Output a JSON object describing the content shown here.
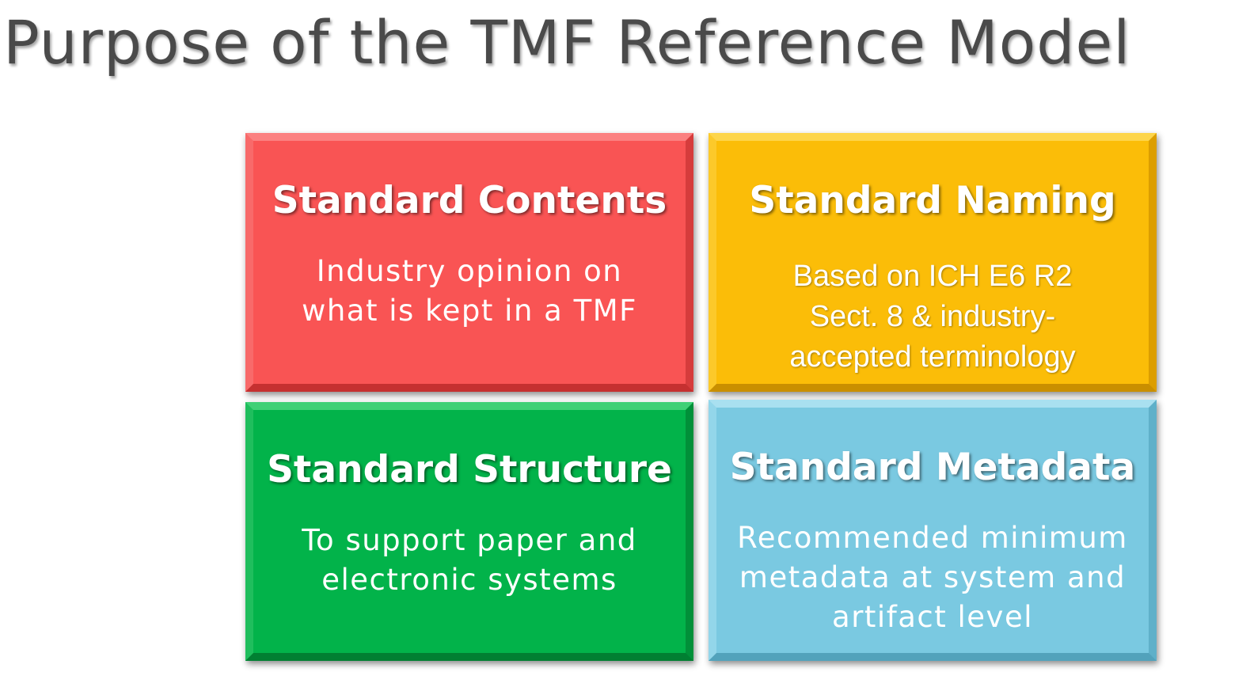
{
  "title": "Purpose of the TMF Reference Model",
  "colors": {
    "title_text": "#4a4a4a",
    "contents_tile": "#f95454",
    "naming_tile": "#fbbd08",
    "structure_tile": "#02b34a",
    "metadata_tile": "#7ac9e1",
    "tile_text": "#ffffff"
  },
  "tiles": [
    {
      "heading": "Standard Contents",
      "body": "Industry opinion on\nwhat is kept in a TMF"
    },
    {
      "heading": "Standard Naming",
      "body": "Based on ICH E6 R2\nSect. 8 & industry-\naccepted terminology"
    },
    {
      "heading": "Standard Structure",
      "body": "To support paper and\nelectronic systems"
    },
    {
      "heading": "Standard Metadata",
      "body": "Recommended minimum\nmetadata at system and\nartifact level"
    }
  ]
}
